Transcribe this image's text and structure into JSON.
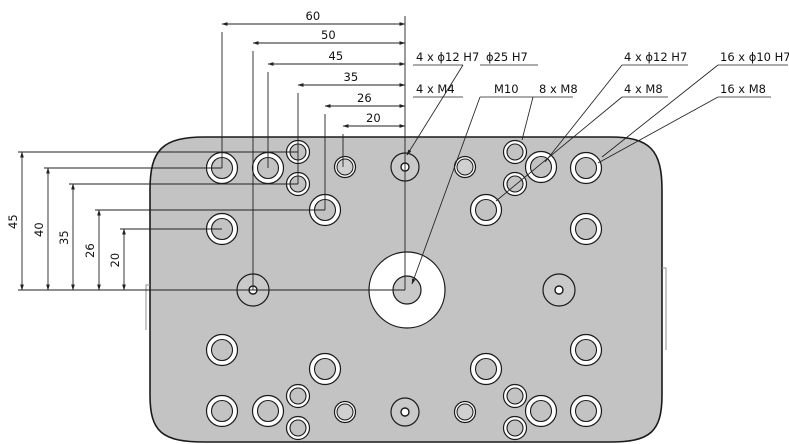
{
  "horizontal_dims": [
    "60",
    "50",
    "45",
    "35",
    "26",
    "20"
  ],
  "vertical_dims": [
    "45",
    "40",
    "35",
    "26",
    "20"
  ],
  "callouts": {
    "c_4x12_left": "4 x ϕ12 H7",
    "c_4xM4": "4 x M4",
    "c_25": "ϕ25 H7",
    "c_M10": "M10",
    "c_8xM8": "8 x M8",
    "c_4x12_right": "4 x ϕ12 H7",
    "c_4xM8": "4 x M8",
    "c_16x10": "16 x ϕ10 H7",
    "c_16xM8": "16 x M8"
  }
}
